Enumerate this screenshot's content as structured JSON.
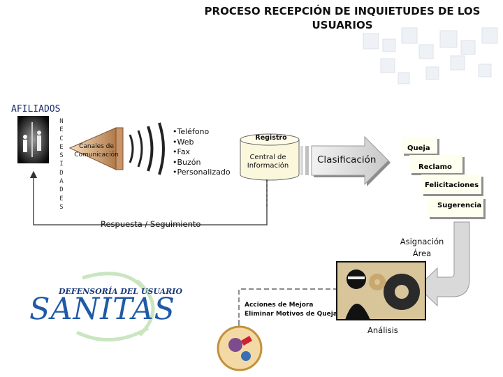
{
  "title": "PROCESO RECEPCIÓN DE INQUIETUDES DE LOS USUARIOS",
  "afiliados": "AFILIADOS",
  "necesidades_letters": [
    "N",
    "E",
    "C",
    "E",
    "S",
    "I",
    "D",
    "A",
    "D",
    "E",
    "S"
  ],
  "canales_label": "Canales de Comunicación",
  "media": [
    "Teléfono",
    "Web",
    "Fax",
    "Buzón",
    "Personalizado"
  ],
  "registro": "Registro",
  "central": "Central de Información",
  "clasificacion": "Clasificación",
  "categorias": {
    "queja": "Queja",
    "reclamo": "Reclamo",
    "felicitaciones": "Felicitaciones",
    "sugerencia": "Sugerencia"
  },
  "respuesta": "Respuesta / Seguimiento",
  "asignacion": "Asignación Área",
  "acciones": [
    "Acciones de Mejora",
    "Eliminar Motivos de Queja"
  ],
  "analisis": "Análisis",
  "logo": {
    "line1": "DEFENSORÍA DEL USUARIO",
    "line2": "SANITAS"
  },
  "colors": {
    "brand_blue": "#1f5aa6",
    "navy": "#1a2a6c",
    "card_bg": "#fffff0",
    "arrow_gray": "#d5d5d5"
  }
}
